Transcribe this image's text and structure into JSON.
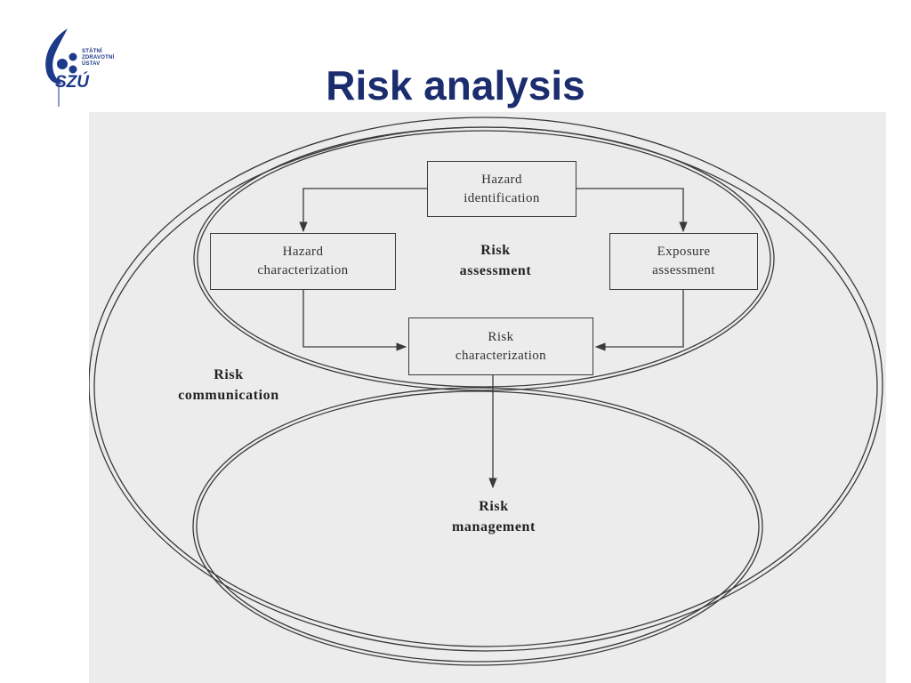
{
  "logo": {
    "org_name": "STÁTNÍ\nZDRAVOTNÍ\nÚSTAV",
    "abbreviation": "SZÚ",
    "brand_color": "#1d3a8a"
  },
  "title": "Risk analysis",
  "diagram": {
    "boxes": {
      "hazard_identification": "Hazard\nidentification",
      "hazard_characterization": "Hazard\ncharacterization",
      "exposure_assessment": "Exposure\nassessment",
      "risk_characterization": "Risk\ncharacterization"
    },
    "regions": {
      "risk_assessment": "Risk\nassessment",
      "risk_communication": "Risk\ncommunication",
      "risk_management": "Risk\nmanagement"
    }
  },
  "colors": {
    "title": "#1b2d6e",
    "diagram_background": "#ececec",
    "line": "#3a3a3a"
  }
}
